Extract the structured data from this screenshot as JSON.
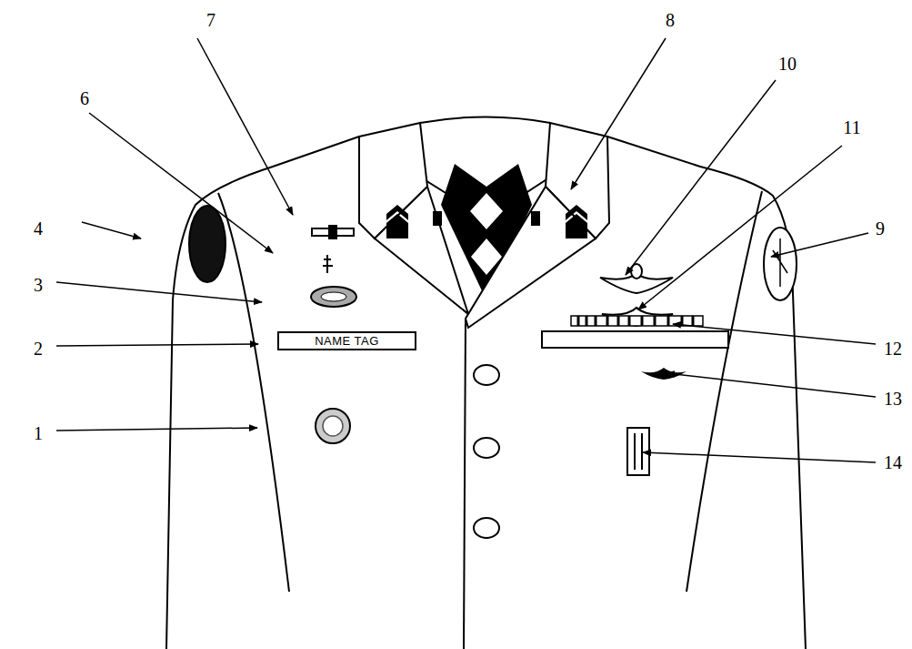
{
  "diagram": {
    "nodes": [
      {
        "text": [
          "NAME TAG"
        ]
      }
    ],
    "labels": [
      "7",
      "8",
      "10",
      "6",
      "11",
      "4",
      "9",
      "3",
      "2",
      "12",
      "13",
      "1",
      "14"
    ]
  }
}
